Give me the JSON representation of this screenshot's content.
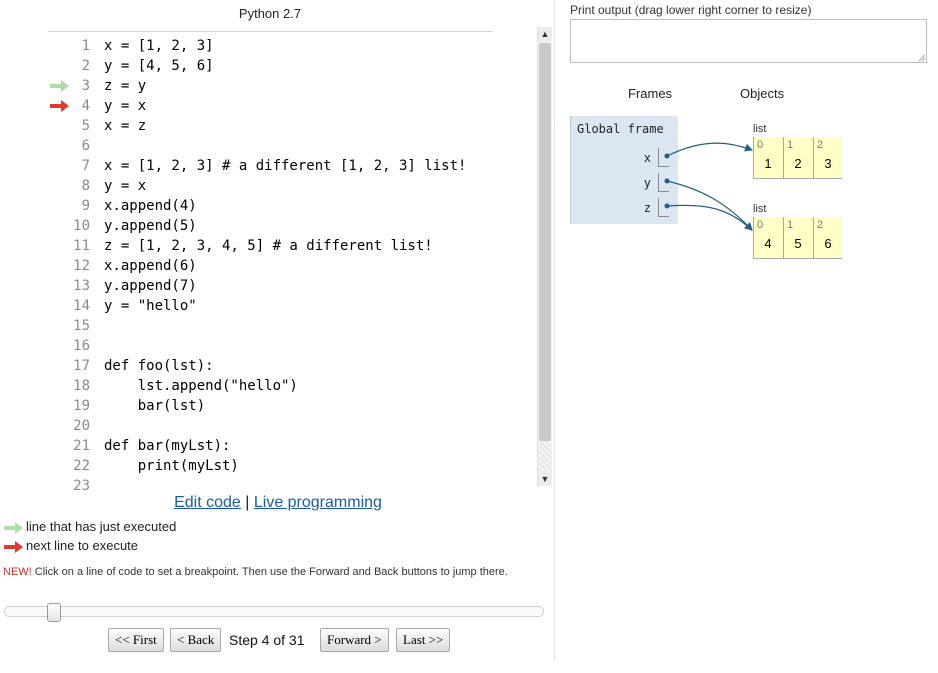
{
  "header": {
    "language": "Python 2.7"
  },
  "code": {
    "lines": [
      {
        "n": "1",
        "text": "x = [1, 2, 3]"
      },
      {
        "n": "2",
        "text": "y = [4, 5, 6]"
      },
      {
        "n": "3",
        "text": "z = y"
      },
      {
        "n": "4",
        "text": "y = x"
      },
      {
        "n": "5",
        "text": "x = z"
      },
      {
        "n": "6",
        "text": ""
      },
      {
        "n": "7",
        "text": "x = [1, 2, 3] # a different [1, 2, 3] list!"
      },
      {
        "n": "8",
        "text": "y = x"
      },
      {
        "n": "9",
        "text": "x.append(4)"
      },
      {
        "n": "10",
        "text": "y.append(5)"
      },
      {
        "n": "11",
        "text": "z = [1, 2, 3, 4, 5] # a different list!"
      },
      {
        "n": "12",
        "text": "x.append(6)"
      },
      {
        "n": "13",
        "text": "y.append(7)"
      },
      {
        "n": "14",
        "text": "y = \"hello\""
      },
      {
        "n": "15",
        "text": ""
      },
      {
        "n": "16",
        "text": ""
      },
      {
        "n": "17",
        "text": "def foo(lst):"
      },
      {
        "n": "18",
        "text": "    lst.append(\"hello\")"
      },
      {
        "n": "19",
        "text": "    bar(lst)"
      },
      {
        "n": "20",
        "text": ""
      },
      {
        "n": "21",
        "text": "def bar(myLst):"
      },
      {
        "n": "22",
        "text": "    print(myLst)"
      },
      {
        "n": "23",
        "text": ""
      }
    ],
    "just_executed_line": 3,
    "next_line": 4,
    "colors": {
      "just_executed": "#a8e0a0",
      "next": "#e0392f"
    }
  },
  "links": {
    "edit": "Edit code",
    "separator": "|",
    "live": "Live programming"
  },
  "legend": {
    "just_executed": "line that has just executed",
    "next": "next line to execute"
  },
  "note": {
    "new_tag": "NEW!",
    "text": " Click on a line of code to set a breakpoint. Then use the Forward and Back buttons to jump there."
  },
  "navigation": {
    "first": "<< First",
    "back": "< Back",
    "step_label": "Step 4 of 31",
    "forward": "Forward >",
    "last": "Last >>",
    "current_step": 4,
    "total_steps": 31
  },
  "output": {
    "label": "Print output (drag lower right corner to resize)",
    "text": ""
  },
  "viz": {
    "frames_header": "Frames",
    "objects_header": "Objects",
    "global_frame": {
      "title": "Global frame",
      "vars": [
        {
          "name": "x",
          "points_to": 0
        },
        {
          "name": "y",
          "points_to": 1
        },
        {
          "name": "z",
          "points_to": 1
        }
      ]
    },
    "objects": [
      {
        "type": "list",
        "items": [
          {
            "index": "0",
            "value": "1"
          },
          {
            "index": "1",
            "value": "2"
          },
          {
            "index": "2",
            "value": "3"
          }
        ]
      },
      {
        "type": "list",
        "items": [
          {
            "index": "0",
            "value": "4"
          },
          {
            "index": "1",
            "value": "5"
          },
          {
            "index": "2",
            "value": "6"
          }
        ]
      }
    ],
    "colors": {
      "arrow": "#1f5f86",
      "frame_bg": "#dce6f2",
      "object_bg": "#ffffc6"
    }
  }
}
